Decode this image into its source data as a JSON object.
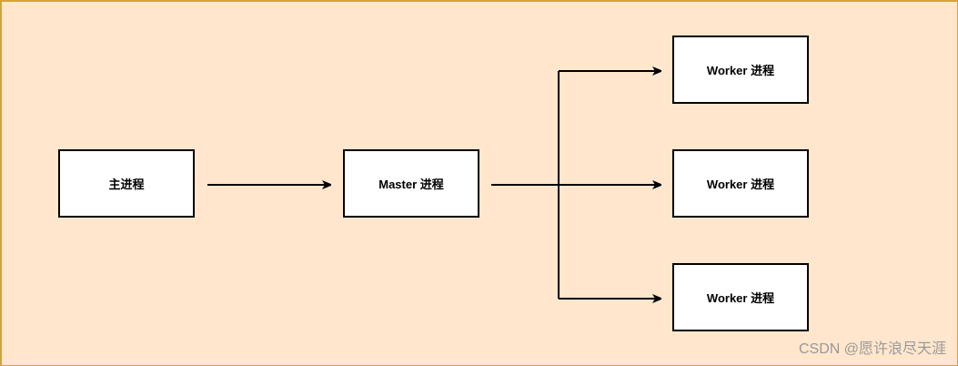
{
  "nodes": {
    "main": "主进程",
    "master": "Master 进程",
    "worker1": "Worker 进程",
    "worker2": "Worker 进程",
    "worker3": "Worker 进程"
  },
  "watermark": "CSDN @愿许浪尽天涯",
  "colors": {
    "background": "#ffe6cc",
    "border": "#d6a33a"
  }
}
